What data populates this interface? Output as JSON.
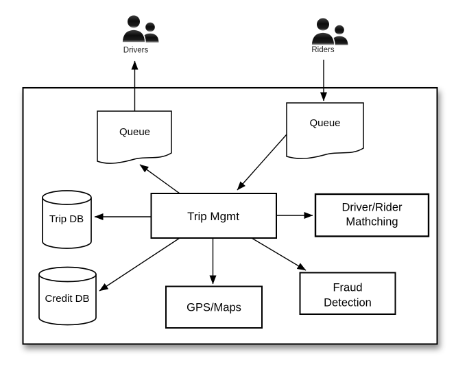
{
  "actors": {
    "drivers": {
      "label": "Drivers",
      "icon": "people-icon"
    },
    "riders": {
      "label": "Riders",
      "icon": "people-icon"
    }
  },
  "nodes": {
    "queue_drivers": {
      "label": "Queue",
      "shape": "document"
    },
    "queue_riders": {
      "label": "Queue",
      "shape": "document"
    },
    "trip_mgmt": {
      "label": "Trip Mgmt",
      "shape": "rectangle"
    },
    "driver_rider_matching": {
      "line1": "Driver/Rider",
      "line2": "Mathching",
      "shape": "rectangle"
    },
    "trip_db": {
      "label": "Trip DB",
      "shape": "cylinder"
    },
    "credit_db": {
      "label": "Credit DB",
      "shape": "cylinder"
    },
    "gps_maps": {
      "label": "GPS/Maps",
      "shape": "rectangle"
    },
    "fraud_detection": {
      "line1": "Fraud",
      "line2": "Detection",
      "shape": "rectangle"
    }
  },
  "edges": [
    {
      "from": "queue_drivers",
      "to": "drivers"
    },
    {
      "from": "riders",
      "to": "queue_riders"
    },
    {
      "from": "trip_mgmt",
      "to": "queue_drivers"
    },
    {
      "from": "queue_riders",
      "to": "trip_mgmt"
    },
    {
      "from": "trip_mgmt",
      "to": "trip_db"
    },
    {
      "from": "trip_mgmt",
      "to": "driver_rider_matching"
    },
    {
      "from": "trip_mgmt",
      "to": "credit_db"
    },
    {
      "from": "trip_mgmt",
      "to": "gps_maps"
    },
    {
      "from": "trip_mgmt",
      "to": "fraud_detection"
    }
  ],
  "colors": {
    "background": "#ffffff",
    "stroke": "#000000",
    "trip_mgmt_text": "#3E2BEA",
    "matching_text": "#B5824E"
  }
}
